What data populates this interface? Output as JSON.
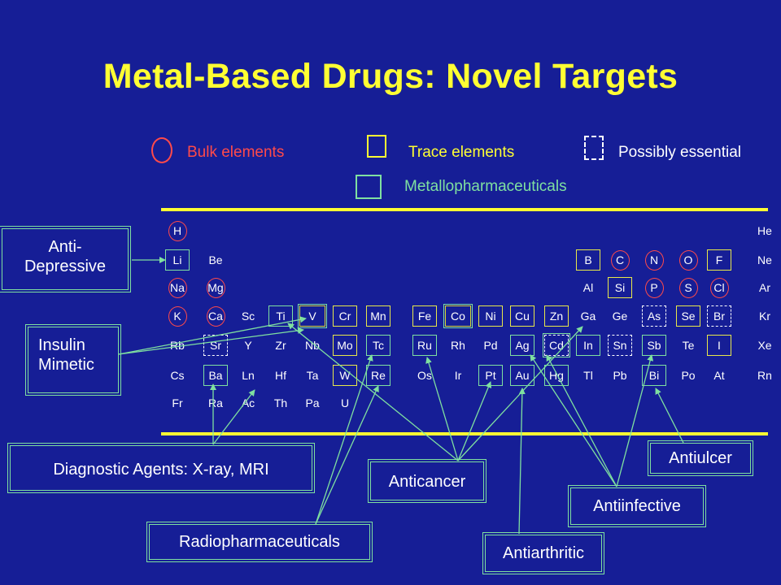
{
  "slide": {
    "title": "Metal-Based Drugs: Novel Targets",
    "colors": {
      "background": "#161e96",
      "title": "#ffff33",
      "bulk": "#ff4a4a",
      "trace": "#ffff33",
      "metallopharma": "#7fe0a0",
      "text": "#ffffff"
    }
  },
  "legend": {
    "bulk": "Bulk elements",
    "trace": "Trace elements",
    "possibly": "Possibly essential",
    "metallo": "Metallopharmaceuticals"
  },
  "elements": {
    "H": "H",
    "He": "He",
    "Li": "Li",
    "Be": "Be",
    "B": "B",
    "C": "C",
    "N": "N",
    "O": "O",
    "F": "F",
    "Ne": "Ne",
    "Na": "Na",
    "Mg": "Mg",
    "Al": "Al",
    "Si": "Si",
    "P": "P",
    "S": "S",
    "Cl": "Cl",
    "Ar": "Ar",
    "K": "K",
    "Ca": "Ca",
    "Sc": "Sc",
    "Ti": "Ti",
    "V": "V",
    "Cr": "Cr",
    "Mn": "Mn",
    "Fe": "Fe",
    "Co": "Co",
    "Ni": "Ni",
    "Cu": "Cu",
    "Zn": "Zn",
    "Ga": "Ga",
    "Ge": "Ge",
    "As": "As",
    "Se": "Se",
    "Br": "Br",
    "Kr": "Kr",
    "Rb": "Rb",
    "Sr": "Sr",
    "Y": "Y",
    "Zr": "Zr",
    "Nb": "Nb",
    "Mo": "Mo",
    "Tc": "Tc",
    "Ru": "Ru",
    "Rh": "Rh",
    "Pd": "Pd",
    "Ag": "Ag",
    "Cd": "Cd",
    "In": "In",
    "Sn": "Sn",
    "Sb": "Sb",
    "Te": "Te",
    "I": "I",
    "Xe": "Xe",
    "Cs": "Cs",
    "Ba": "Ba",
    "Ln": "Ln",
    "Hf": "Hf",
    "Ta": "Ta",
    "W": "W",
    "Re": "Re",
    "Os": "Os",
    "Ir": "Ir",
    "Pt": "Pt",
    "Au": "Au",
    "Hg": "Hg",
    "Tl": "Tl",
    "Pb": "Pb",
    "Bi": "Bi",
    "Po": "Po",
    "At": "At",
    "Rn": "Rn",
    "Fr": "Fr",
    "Ra": "Ra",
    "Ac": "Ac",
    "Th": "Th",
    "Pa": "Pa",
    "U": "U"
  },
  "categories": {
    "antidepressive_1": "Anti-",
    "antidepressive_2": "Depressive",
    "insulin_1": "Insulin",
    "insulin_2": "Mimetic",
    "diagnostic": "Diagnostic Agents: X-ray, MRI",
    "anticancer": "Anticancer",
    "radiopharma": "Radiopharmaceuticals",
    "antiarthritic": "Antiarthritic",
    "antiinfective": "Antiinfective",
    "antiulcer": "Antiulcer"
  }
}
